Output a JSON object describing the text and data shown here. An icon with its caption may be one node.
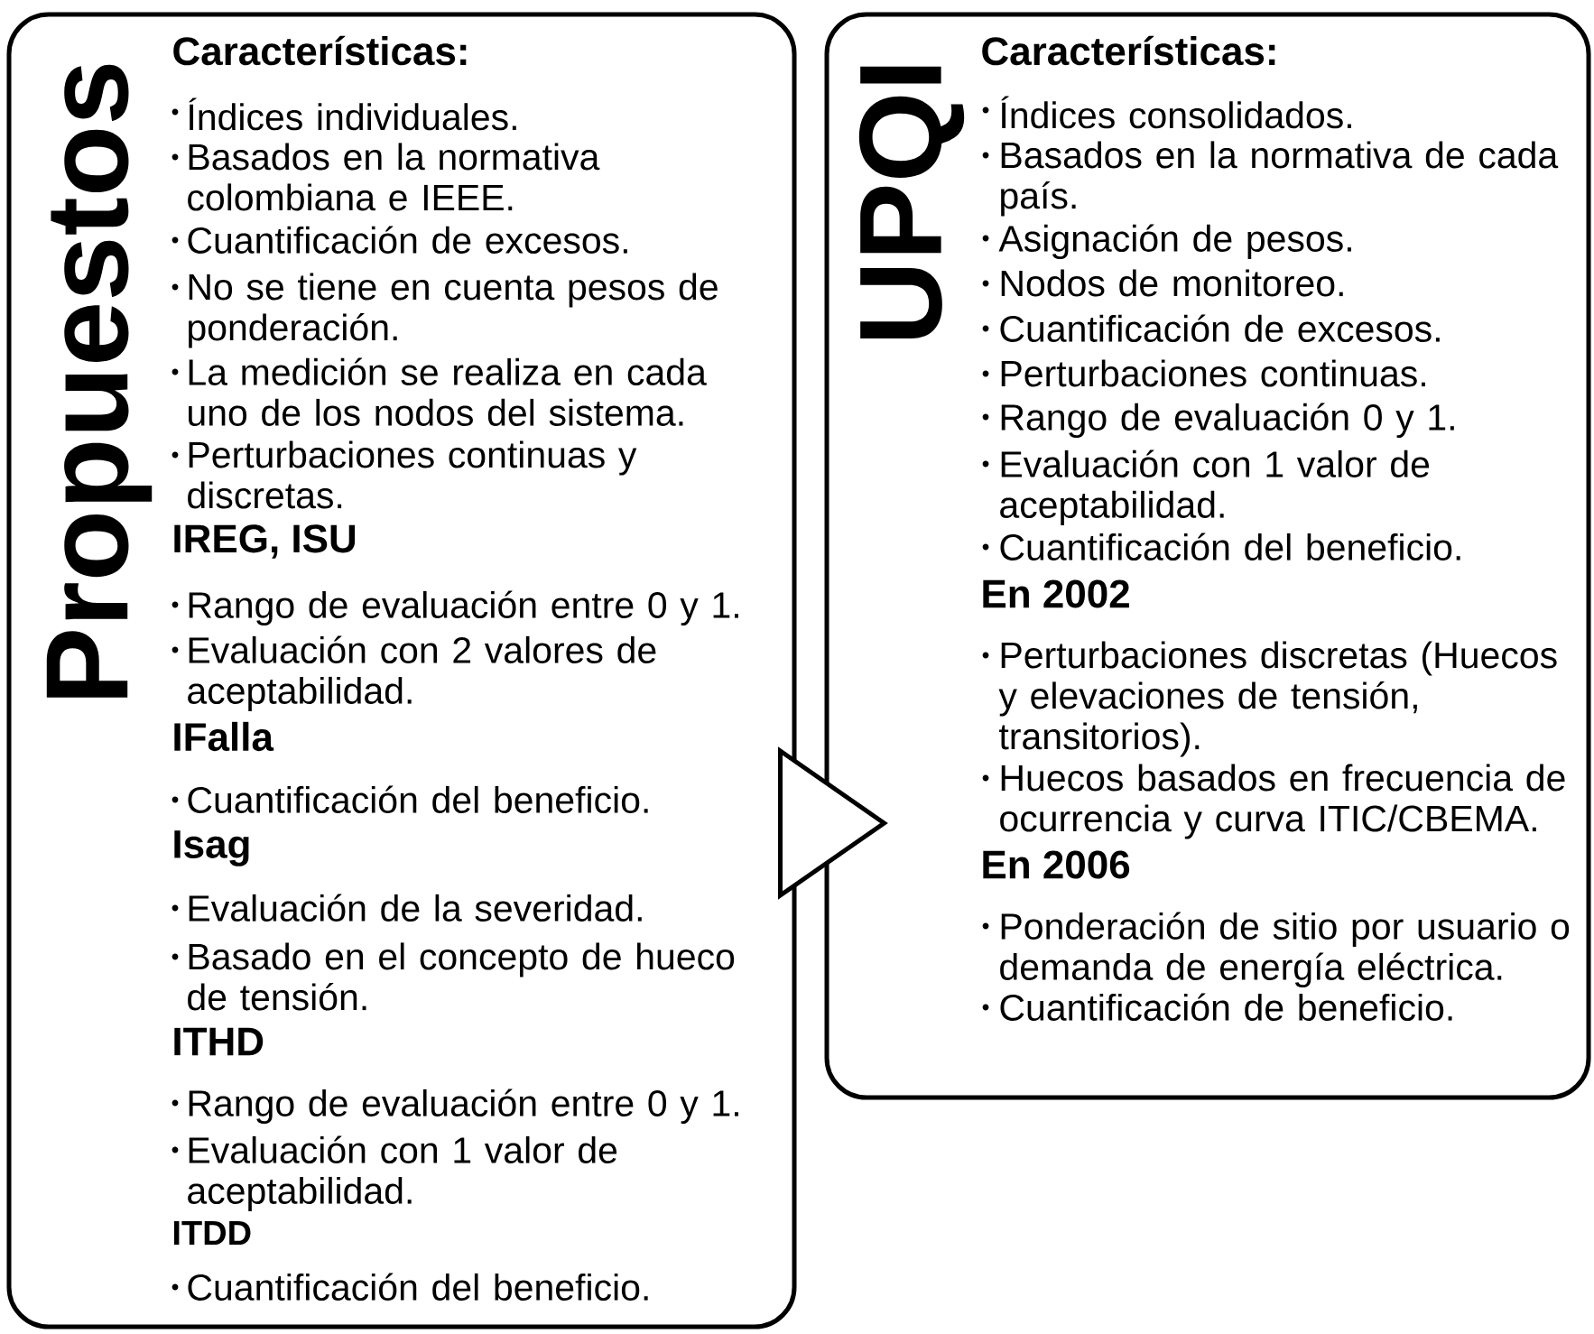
{
  "diagram": {
    "nodes": [
      {
        "text": [
          "Propuestos",
          "Características:",
          "Índices individuales.",
          "Basados en la normativa colombiana e IEEE.",
          "Cuantificación de excesos.",
          "No se tiene en cuenta pesos de ponderación.",
          "La medición se realiza en cada uno de los nodos del sistema.",
          "Perturbaciones continuas y discretas.",
          "IREG, ISU",
          "Rango de evaluación entre 0 y 1.",
          "Evaluación con 2 valores de aceptabilidad.",
          "IFalla",
          "Cuantificación del beneficio.",
          "Isag",
          "Evaluación de la severidad.",
          "Basado en el concepto de hueco de tensión.",
          "ITHD",
          "Rango de evaluación entre 0 y 1.",
          "Evaluación con 1 valor de aceptabilidad.",
          "ITDD",
          "Cuantificación del beneficio."
        ]
      },
      {
        "text": [
          "UPQI",
          "Características:",
          "Índices consolidados.",
          "Basados en la normativa de cada país.",
          "Asignación de pesos.",
          "Nodos de monitoreo.",
          "Cuantificación de excesos.",
          "Perturbaciones continuas.",
          "Rango de evaluación 0 y 1.",
          "Evaluación con 1 valor de aceptabilidad.",
          "Cuantificación del beneficio.",
          "En 2002",
          "Perturbaciones discretas (Huecos y elevaciones de tensión, transitorios).",
          "Huecos basados en frecuencia de ocurrencia y curva ITIC/CBEMA.",
          "En 2006",
          "Ponderación de sitio por usuario o demanda de energía eléctrica.",
          "Cuantificación de beneficio."
        ]
      }
    ],
    "edges": [
      {
        "from": 0,
        "to": 1,
        "arrow": "to"
      }
    ]
  }
}
